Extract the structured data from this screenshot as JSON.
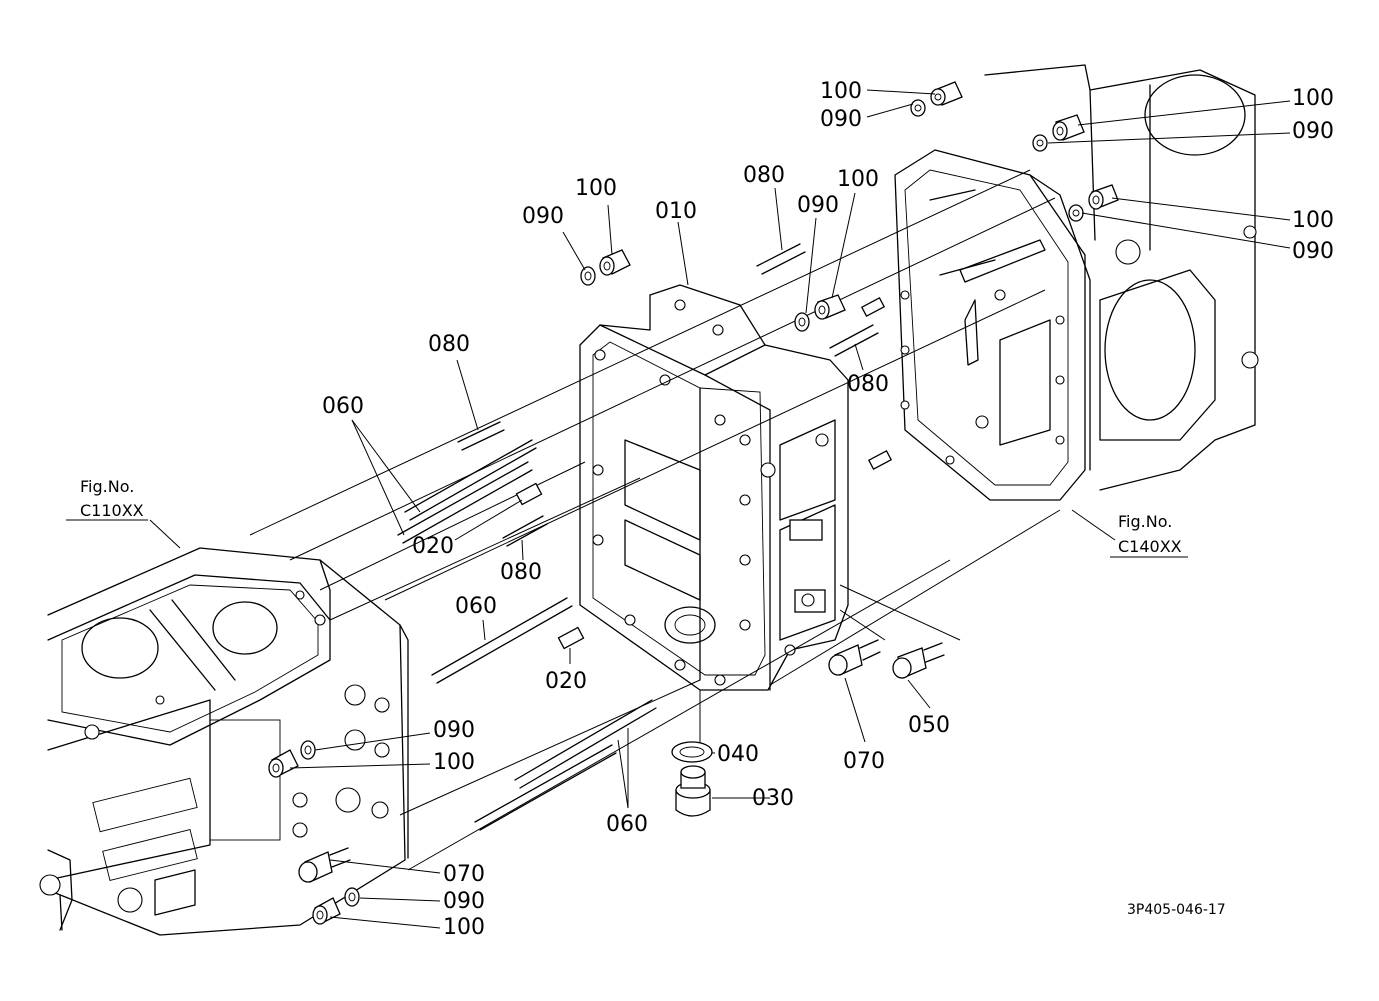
{
  "callouts": {
    "c1": "100",
    "c2": "090",
    "c3": "100",
    "c4": "090",
    "c5": "100",
    "c6": "090",
    "c7": "100",
    "c8": "090",
    "c9": "010",
    "c10": "080",
    "c11": "100",
    "c12": "090",
    "c13": "080",
    "c14": "080",
    "c15": "060",
    "c16": "020",
    "c17": "080",
    "c18": "060",
    "c19": "020",
    "c20": "090",
    "c21": "100",
    "c22": "040",
    "c23": "030",
    "c24": "060",
    "c25": "070",
    "c26": "050",
    "c27": "070",
    "c28": "090",
    "c29": "100"
  },
  "figure_refs": {
    "left": {
      "line1": "Fig.No.",
      "line2": "C110XX"
    },
    "right": {
      "line1": "Fig.No.",
      "line2": "C140XX"
    }
  },
  "drawing_code": "3P405-046-17"
}
